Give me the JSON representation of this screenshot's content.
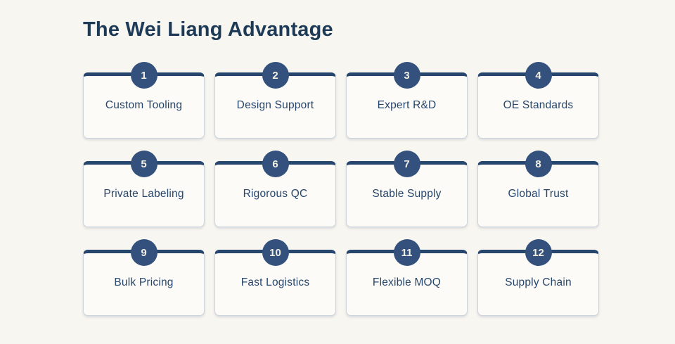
{
  "page": {
    "title": "The Wei Liang Advantage"
  },
  "theme": {
    "bg": "#f8f6f0",
    "card-bg": "#fcfbf7",
    "card-border": "#ccd4dd",
    "bar": "#27466e",
    "circle": "#33517c",
    "num": "#f2efe4",
    "label": "#27466b",
    "title": "#1d3a57"
  },
  "cards": [
    {
      "number": "1",
      "label": "Custom Tooling"
    },
    {
      "number": "2",
      "label": "Design Support"
    },
    {
      "number": "3",
      "label": "Expert R&D"
    },
    {
      "number": "4",
      "label": "OE Standards"
    },
    {
      "number": "5",
      "label": "Private Labeling"
    },
    {
      "number": "6",
      "label": "Rigorous QC"
    },
    {
      "number": "7",
      "label": "Stable Supply"
    },
    {
      "number": "8",
      "label": "Global Trust"
    },
    {
      "number": "9",
      "label": "Bulk Pricing"
    },
    {
      "number": "10",
      "label": "Fast Logistics"
    },
    {
      "number": "11",
      "label": "Flexible MOQ"
    },
    {
      "number": "12",
      "label": "Supply Chain"
    }
  ]
}
